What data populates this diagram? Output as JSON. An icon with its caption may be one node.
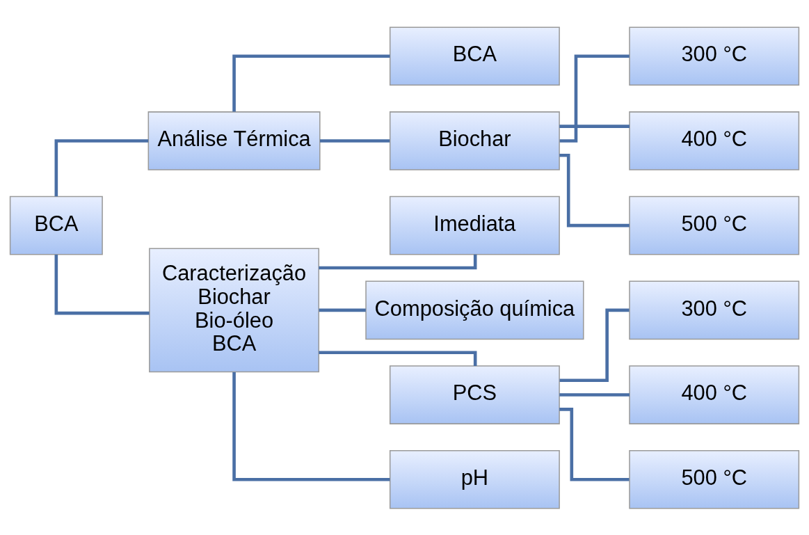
{
  "diagram": {
    "nodes": [
      {
        "text": [
          "BCA"
        ]
      },
      {
        "text": [
          "Análise Térmica"
        ]
      },
      {
        "text": [
          "BCA"
        ]
      },
      {
        "text": [
          "Biochar"
        ]
      },
      {
        "text": [
          "300 °C"
        ]
      },
      {
        "text": [
          "400 °C"
        ]
      },
      {
        "text": [
          "500 °C"
        ]
      },
      {
        "text": [
          "Caracterização",
          "Biochar",
          "Bio-óleo",
          "BCA"
        ]
      },
      {
        "text": [
          "Imediata"
        ]
      },
      {
        "text": [
          "Composição química"
        ]
      },
      {
        "text": [
          "PCS"
        ]
      },
      {
        "text": [
          "pH"
        ]
      },
      {
        "text": [
          "300 °C"
        ]
      },
      {
        "text": [
          "400 °C"
        ]
      },
      {
        "text": [
          "500 °C"
        ]
      }
    ],
    "edges": [
      {
        "from": 0,
        "to": 1,
        "arrow": "none"
      },
      {
        "from": 0,
        "to": 7,
        "arrow": "none"
      },
      {
        "from": 1,
        "to": 2,
        "arrow": "none"
      },
      {
        "from": 1,
        "to": 3,
        "arrow": "none"
      },
      {
        "from": 3,
        "to": 4,
        "arrow": "none"
      },
      {
        "from": 3,
        "to": 5,
        "arrow": "none"
      },
      {
        "from": 3,
        "to": 6,
        "arrow": "none"
      },
      {
        "from": 7,
        "to": 8,
        "arrow": "none"
      },
      {
        "from": 7,
        "to": 9,
        "arrow": "none"
      },
      {
        "from": 7,
        "to": 10,
        "arrow": "none"
      },
      {
        "from": 7,
        "to": 11,
        "arrow": "none"
      },
      {
        "from": 10,
        "to": 12,
        "arrow": "none"
      },
      {
        "from": 10,
        "to": 13,
        "arrow": "none"
      },
      {
        "from": 10,
        "to": 14,
        "arrow": "none"
      }
    ]
  }
}
